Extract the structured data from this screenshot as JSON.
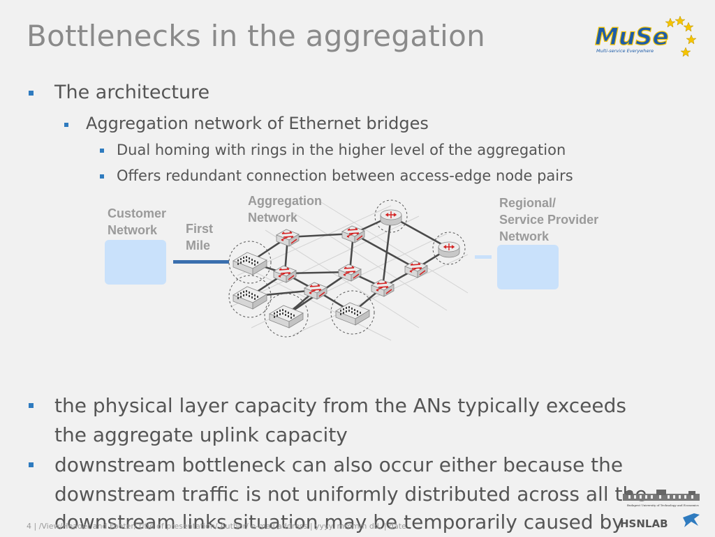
{
  "title": "Bottlenecks in the aggregation",
  "logo": {
    "text": "MuSe",
    "tagline": "Multi-service Everywhere"
  },
  "bullets": {
    "b1": "The architecture",
    "b2": "Aggregation network of Ethernet bridges",
    "b3": "Dual homing with rings in the higher level of the aggregation",
    "b4": "Offers redundant connection between access-edge node pairs"
  },
  "diagram": {
    "customer": "Customer\nNetwork",
    "first_mile": "First\nMile",
    "aggregation": "Aggregation\nNetwork",
    "regional": "Regional/\nService Provider\nNetwork"
  },
  "bottom": {
    "p1_line1": " the physical layer capacity from the ANs typically exceeds",
    "p1_line2": "the aggregate uplink capacity",
    "p2_line1": "downstream bottleneck can also occur either because the",
    "p2_line2": "downstream traffic is not uniformly distributed across all the",
    "p2_line3": "downstream links situation may be temporarily caused by"
  },
  "footer": "4 | /View/Header and Footer/ title of presentation/ Author/ e-mail address | yyyy. mmmm dd. | date",
  "hsn": {
    "text": "HSNLAB",
    "univ": "Budapest University of Technology and Economics"
  },
  "colors": {
    "accent": "#2f7bbf",
    "title": "#8a8a8a",
    "box": "#c9e1fb",
    "bridge": "#d42020"
  }
}
